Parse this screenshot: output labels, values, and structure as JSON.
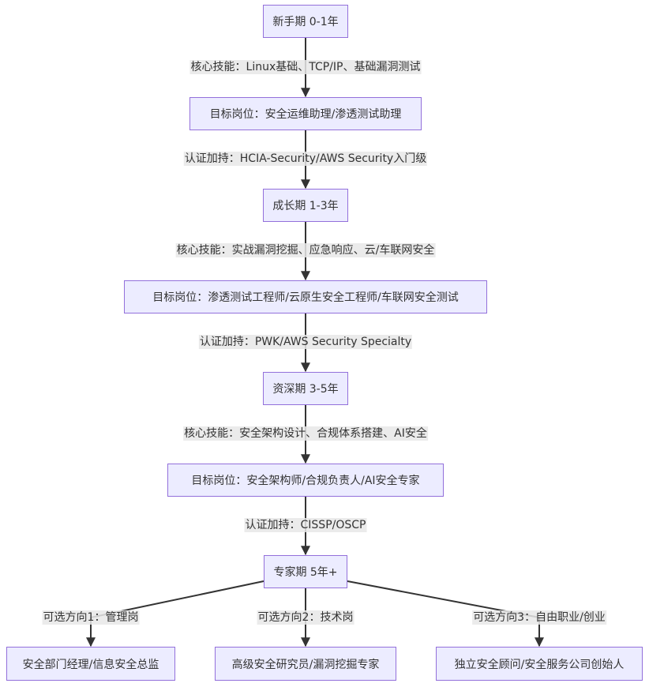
{
  "diagram": {
    "colors": {
      "node_fill": "#ECECFF",
      "node_border": "#9370DB",
      "edge": "#333333",
      "label_bg": "#E8E8E8"
    },
    "nodes": {
      "stage1": "新手期 0-1年",
      "role1": "目标岗位：安全运维助理/渗透测试助理",
      "stage2": "成长期 1-3年",
      "role2": "目标岗位：渗透测试工程师/云原生安全工程师/车联网安全测试",
      "stage3": "资深期 3-5年",
      "role3": "目标岗位：安全架构师/合规负责人/AI安全专家",
      "stage4": "专家期 5年+",
      "option1": "安全部门经理/信息安全总监",
      "option2": "高级安全研究员/漏洞挖掘专家",
      "option3": "独立安全顾问/安全服务公司创始人"
    },
    "edges": {
      "e1": "核心技能：Linux基础、TCP/IP、基础漏洞测试",
      "e2": "认证加持：HCIA-Security/AWS Security入门级",
      "e3": "核心技能：实战漏洞挖掘、应急响应、云/车联网安全",
      "e4": "认证加持：PWK/AWS Security Specialty",
      "e5": "核心技能：安全架构设计、合规体系搭建、AI安全",
      "e6": "认证加持：CISSP/OSCP",
      "e7": "可选方向1：管理岗",
      "e8": "可选方向2：技术岗",
      "e9": "可选方向3：自由职业/创业"
    }
  }
}
